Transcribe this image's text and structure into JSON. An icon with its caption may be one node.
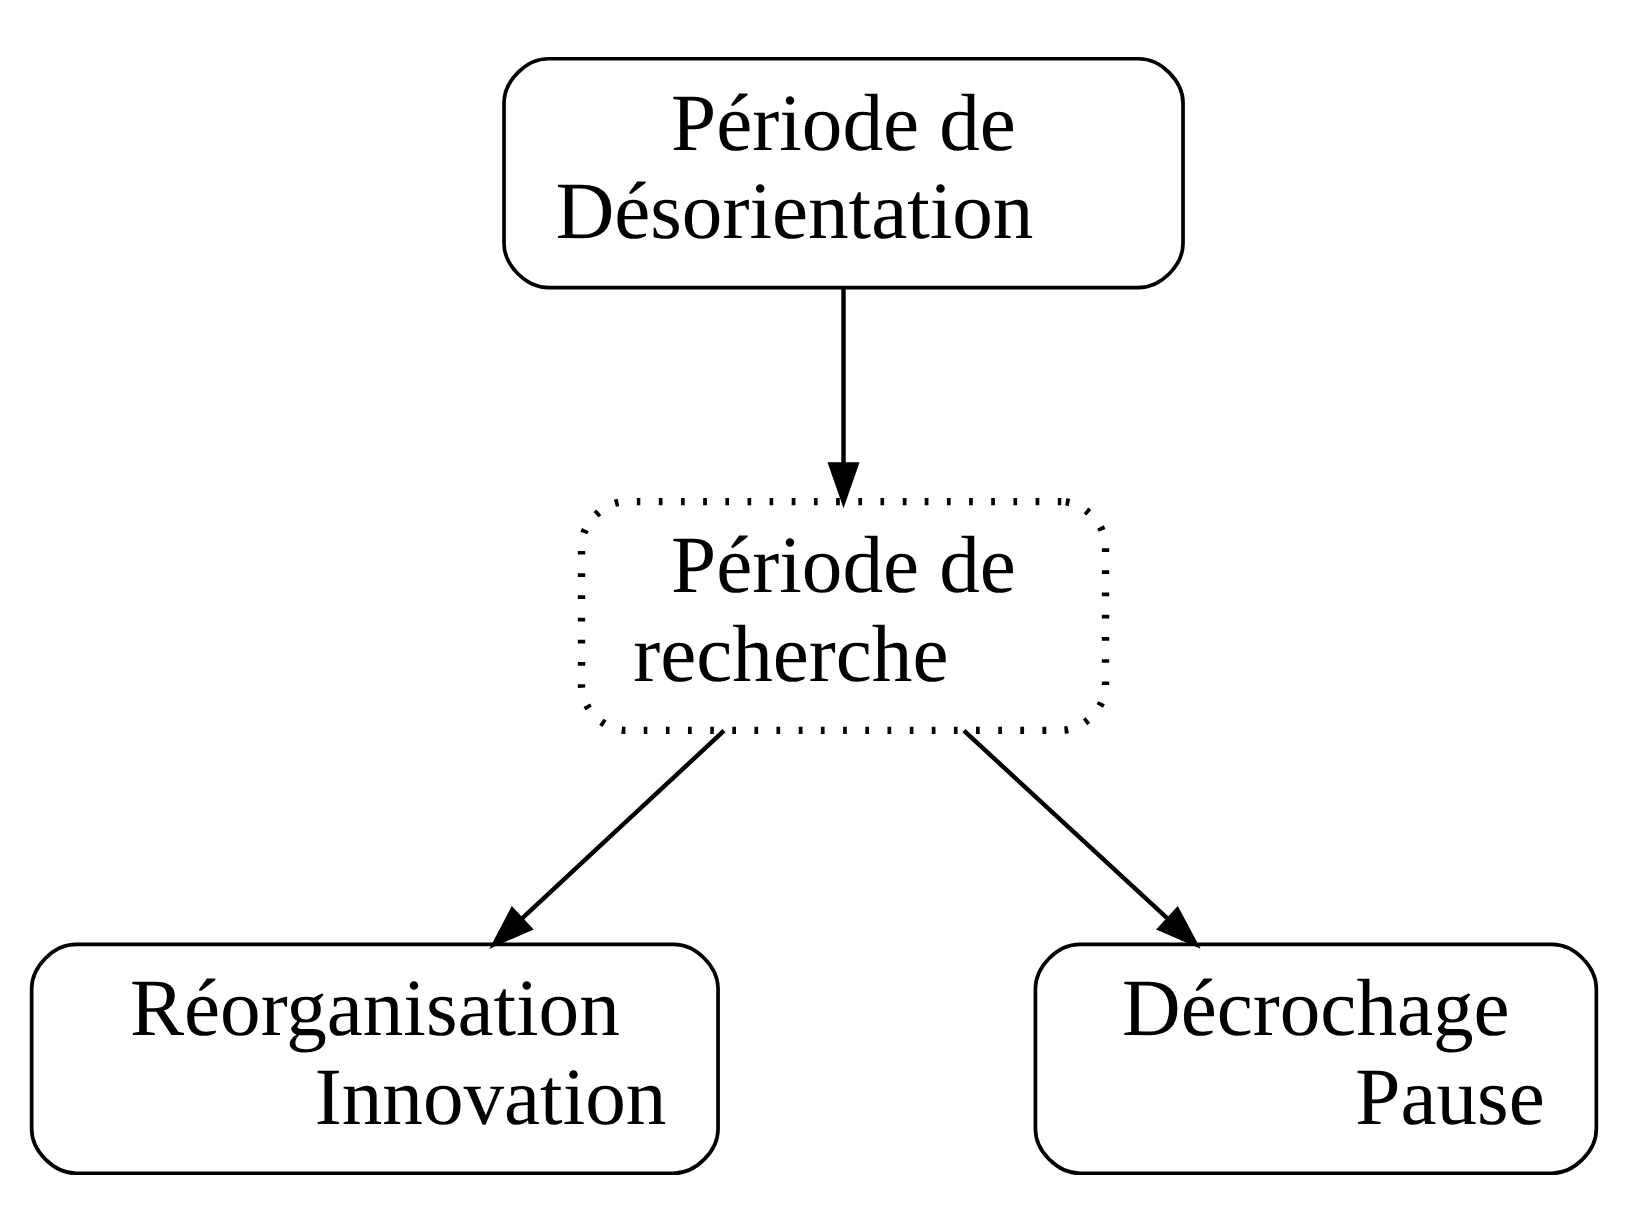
{
  "diagram": {
    "nodes": [
      {
        "text": [
          "Période de Désorientation"
        ]
      },
      {
        "text": [
          "Période de recherche"
        ]
      },
      {
        "text": [
          "Réorganisation Innovation"
        ]
      },
      {
        "text": [
          "Décrochage Pause"
        ]
      }
    ],
    "edges": [
      {
        "from": 0,
        "to": 1,
        "arrow": "to"
      },
      {
        "from": 1,
        "to": 3,
        "arrow": "to"
      },
      {
        "from": 1,
        "to": 2,
        "arrow": "to"
      }
    ]
  }
}
